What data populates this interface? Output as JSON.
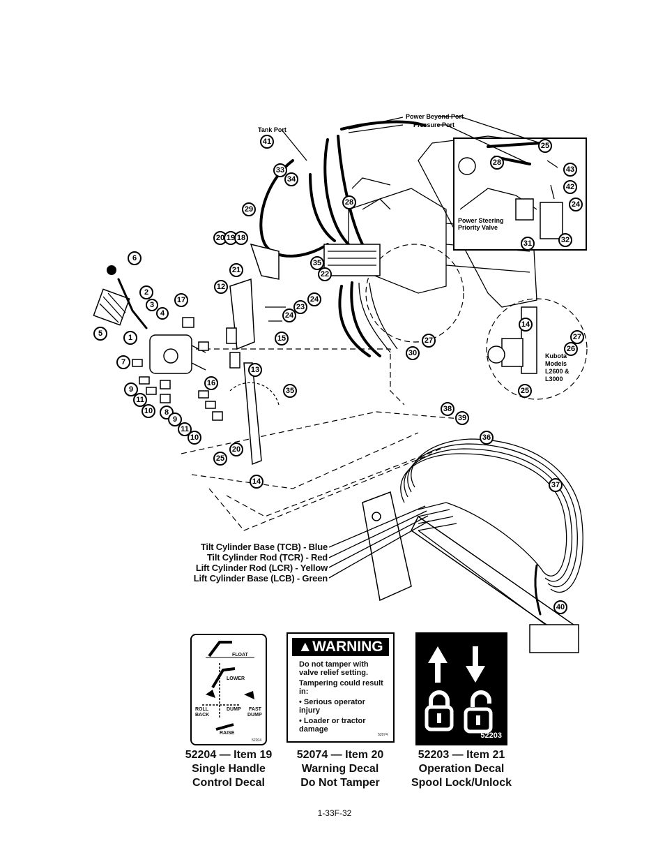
{
  "callouts": [
    {
      "id": "c6",
      "n": "6"
    },
    {
      "id": "c2",
      "n": "2"
    },
    {
      "id": "c3",
      "n": "3"
    },
    {
      "id": "c4",
      "n": "4"
    },
    {
      "id": "c5",
      "n": "5"
    },
    {
      "id": "c1",
      "n": "1"
    },
    {
      "id": "c7",
      "n": "7"
    },
    {
      "id": "c9",
      "n": "9"
    },
    {
      "id": "c11a",
      "n": "11"
    },
    {
      "id": "c10a",
      "n": "10"
    },
    {
      "id": "c8",
      "n": "8"
    },
    {
      "id": "c9b",
      "n": "9"
    },
    {
      "id": "c11b",
      "n": "11"
    },
    {
      "id": "c10b",
      "n": "10"
    },
    {
      "id": "c17",
      "n": "17"
    },
    {
      "id": "c12",
      "n": "12"
    },
    {
      "id": "c16",
      "n": "16"
    },
    {
      "id": "c13",
      "n": "13"
    },
    {
      "id": "c35a",
      "n": "35"
    },
    {
      "id": "c20a",
      "n": "20"
    },
    {
      "id": "c19",
      "n": "19"
    },
    {
      "id": "c18",
      "n": "18"
    },
    {
      "id": "c21",
      "n": "21"
    },
    {
      "id": "c35b",
      "n": "35"
    },
    {
      "id": "c22",
      "n": "22"
    },
    {
      "id": "c24a",
      "n": "24"
    },
    {
      "id": "c23",
      "n": "23"
    },
    {
      "id": "c24b",
      "n": "24"
    },
    {
      "id": "c15",
      "n": "15"
    },
    {
      "id": "c25a",
      "n": "25"
    },
    {
      "id": "c20b",
      "n": "20"
    },
    {
      "id": "c14a",
      "n": "14"
    },
    {
      "id": "c41",
      "n": "41"
    },
    {
      "id": "c33",
      "n": "33"
    },
    {
      "id": "c34",
      "n": "34"
    },
    {
      "id": "c29",
      "n": "29"
    },
    {
      "id": "c28a",
      "n": "28"
    },
    {
      "id": "c30",
      "n": "30"
    },
    {
      "id": "c27a",
      "n": "27"
    },
    {
      "id": "c25b",
      "n": "25"
    },
    {
      "id": "c28b",
      "n": "28"
    },
    {
      "id": "c43",
      "n": "43"
    },
    {
      "id": "c42",
      "n": "42"
    },
    {
      "id": "c24c",
      "n": "24"
    },
    {
      "id": "c31",
      "n": "31"
    },
    {
      "id": "c32",
      "n": "32"
    },
    {
      "id": "c14b",
      "n": "14"
    },
    {
      "id": "c27b",
      "n": "27"
    },
    {
      "id": "c26",
      "n": "26"
    },
    {
      "id": "c25c",
      "n": "25"
    },
    {
      "id": "c38",
      "n": "38"
    },
    {
      "id": "c39",
      "n": "39"
    },
    {
      "id": "c36",
      "n": "36"
    },
    {
      "id": "c37",
      "n": "37"
    },
    {
      "id": "c40",
      "n": "40"
    }
  ],
  "labels": {
    "tank_port": "Tank Port",
    "power_beyond_port": "Power Beyond Port",
    "pressure_port": "Pressure Port",
    "power_steering_1": "Power Steering",
    "power_steering_2": "Priority Valve",
    "kubota_1": "Kubota",
    "kubota_2": "Models",
    "kubota_3": "L2600 &",
    "kubota_4": "L3000"
  },
  "hose_colors": [
    "Tilt Cylinder Base (TCB) - Blue",
    "Tilt Cylinder Rod (TCR) - Red",
    "Lift Cylinder Rod (LCR) - Yellow",
    "Lift Cylinder Base (LCB) - Green"
  ],
  "decal_control": {
    "float": "FLOAT",
    "lower": "LOWER",
    "roll": "ROLL",
    "back": "BACK",
    "dump": "DUMP",
    "fast": "FAST",
    "fast_dump": "DUMP",
    "raise": "RAISE",
    "code": "52204",
    "caption_1": "52204 — Item 19",
    "caption_2": "Single Handle",
    "caption_3": "Control Decal"
  },
  "decal_warning": {
    "heading": "WARNING",
    "line1": "Do not tamper with valve relief setting.",
    "line2": "Tampering could result in:",
    "bullet1": "• Serious operator injury",
    "bullet2": "• Loader or tractor damage",
    "code": "52074",
    "caption_1": "52074 — Item 20",
    "caption_2": "Warning Decal",
    "caption_3": "Do Not Tamper"
  },
  "decal_lock": {
    "code": "52203",
    "caption_1": "52203 — Item 21",
    "caption_2": "Operation Decal",
    "caption_3": "Spool Lock/Unlock"
  },
  "page_number": "1-33F-32"
}
